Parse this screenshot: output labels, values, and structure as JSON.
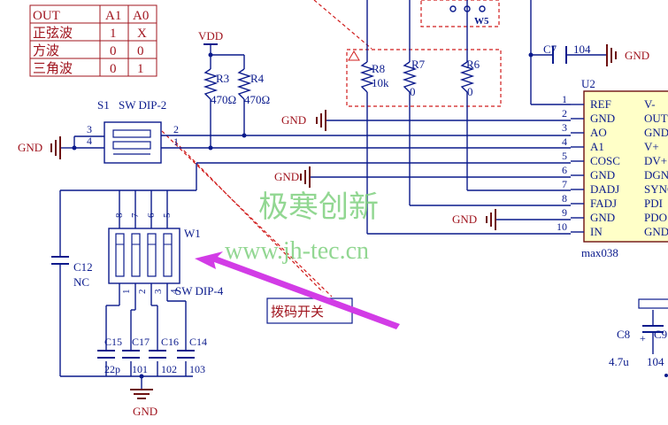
{
  "truth_table": {
    "headers": [
      "OUT",
      "A1",
      "A0"
    ],
    "rows": [
      [
        "正弦波",
        "1",
        "X"
      ],
      [
        "方波",
        "0",
        "0"
      ],
      [
        "三角波",
        "0",
        "1"
      ]
    ]
  },
  "labels": {
    "vdd": "VDD",
    "gnd": "GND",
    "w5": "W5",
    "r3": "R3",
    "r3_val": "470Ω",
    "r4": "R4",
    "r4_val": "470Ω",
    "r8": "R8",
    "r8_val": "10k",
    "r7": "R7",
    "r7_val": "0",
    "r6": "R6",
    "r6_val": "0",
    "c7": "C7",
    "c7_val": "104",
    "u2": "U2",
    "u2_part": "max038",
    "s1": "S1",
    "s1_part": "SW DIP-2",
    "w1": "W1",
    "w1_part": "SW DIP-4",
    "c12": "C12",
    "c12_val": "NC",
    "c15": "C15",
    "c15_val": "22p",
    "c17": "C17",
    "c17_val": "101",
    "c16": "C16",
    "c16_val": "102",
    "c14": "C14",
    "c14_val": "103",
    "c8": "C8",
    "c8_val": "4.7u",
    "c9": "C9",
    "c9_val": "104",
    "callout": "拨码开关",
    "watermark_cn": "极寒创新",
    "watermark_url": "www.jh-tec.cn"
  },
  "s1_pins": [
    "3",
    "4",
    "2",
    "1"
  ],
  "w1_pins_top": [
    "8",
    "7",
    "6",
    "5"
  ],
  "w1_pins_bottom": [
    "1",
    "2",
    "3",
    "4"
  ],
  "u2_pins": [
    {
      "num": "1",
      "name": "REF",
      "right": "V-"
    },
    {
      "num": "2",
      "name": "GND",
      "right": "OUT"
    },
    {
      "num": "3",
      "name": "AO",
      "right": "GND"
    },
    {
      "num": "4",
      "name": "A1",
      "right": "V+"
    },
    {
      "num": "5",
      "name": "COSC",
      "right": "DV+"
    },
    {
      "num": "6",
      "name": "GND",
      "right": "DGND"
    },
    {
      "num": "7",
      "name": "DADJ",
      "right": "SYNC"
    },
    {
      "num": "8",
      "name": "FADJ",
      "right": "PDI"
    },
    {
      "num": "9",
      "name": "GND",
      "right": "PDO"
    },
    {
      "num": "10",
      "name": "IN",
      "right": "GND"
    }
  ],
  "colors": {
    "wire": "#0a1a8c",
    "label": "#a0141e",
    "ic_fill": "#ffffc8",
    "gnd": "#6e1010",
    "callout_arrow": "#d23ce6",
    "watermark": "#7fd07f"
  }
}
